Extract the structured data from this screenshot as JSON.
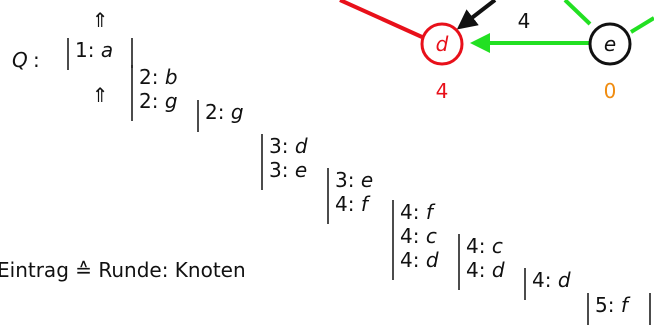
{
  "queue": {
    "label": "Q",
    "colon": ":",
    "pointer_symbol": "⇑",
    "columns": [
      {
        "entries": [
          {
            "round": "1",
            "node": "a"
          }
        ]
      },
      {
        "entries": [
          {
            "round": "2",
            "node": "b"
          },
          {
            "round": "2",
            "node": "g"
          }
        ]
      },
      {
        "entries": [
          {
            "round": "2",
            "node": "g"
          }
        ]
      },
      {
        "entries": [
          {
            "round": "3",
            "node": "d"
          },
          {
            "round": "3",
            "node": "e"
          }
        ]
      },
      {
        "entries": [
          {
            "round": "3",
            "node": "e"
          },
          {
            "round": "4",
            "node": "f"
          }
        ]
      },
      {
        "entries": [
          {
            "round": "4",
            "node": "f"
          },
          {
            "round": "4",
            "node": "c"
          },
          {
            "round": "4",
            "node": "d"
          }
        ]
      },
      {
        "entries": [
          {
            "round": "4",
            "node": "c"
          },
          {
            "round": "4",
            "node": "d"
          }
        ]
      },
      {
        "entries": [
          {
            "round": "4",
            "node": "d"
          }
        ]
      },
      {
        "entries": [
          {
            "round": "5",
            "node": "f"
          }
        ]
      }
    ]
  },
  "legend": {
    "text": "Eintrag ≙ Runde: Knoten"
  },
  "graph": {
    "nodes": [
      {
        "id": "d",
        "label": "d",
        "value": "4",
        "color": "#e8101a",
        "value_color": "#e8101a"
      },
      {
        "id": "e",
        "label": "e",
        "value": "0",
        "color": "#111111",
        "value_color": "#f08c10"
      }
    ],
    "edge_label": "4",
    "colors": {
      "green": "#22e022",
      "red": "#e8101a",
      "black": "#111111"
    }
  }
}
